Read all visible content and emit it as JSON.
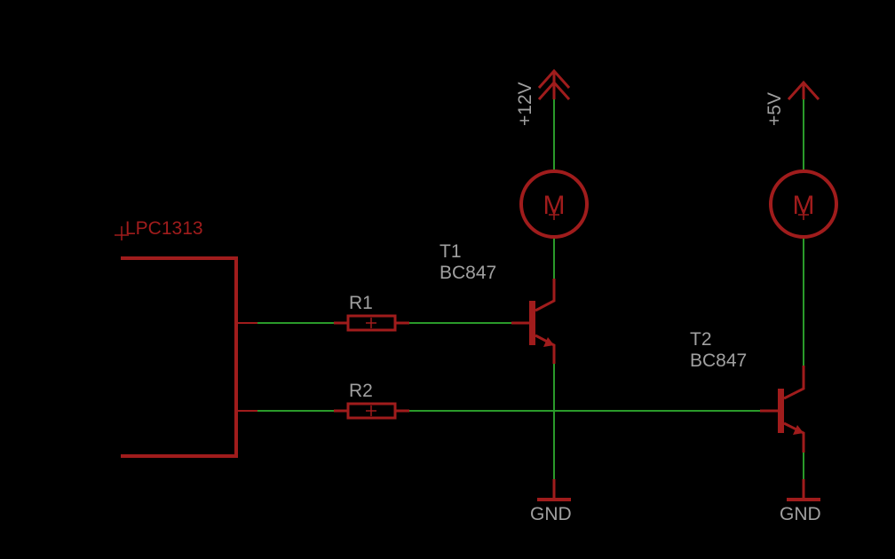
{
  "colors": {
    "background": "#000000",
    "symbol": "#a01c1c",
    "wire": "#2a9a2a",
    "net_label": "#a0a0a0",
    "part_label": "#a01c1c"
  },
  "mcu": {
    "name": "LPC1313"
  },
  "resistors": [
    {
      "ref": "R1"
    },
    {
      "ref": "R2"
    }
  ],
  "transistors": [
    {
      "ref": "T1",
      "value": "BC847"
    },
    {
      "ref": "T2",
      "value": "BC847"
    }
  ],
  "motors": [
    {
      "label": "M",
      "supply": "+12V"
    },
    {
      "label": "M",
      "supply": "+5V"
    }
  ],
  "grounds": [
    {
      "label": "GND"
    },
    {
      "label": "GND"
    }
  ]
}
